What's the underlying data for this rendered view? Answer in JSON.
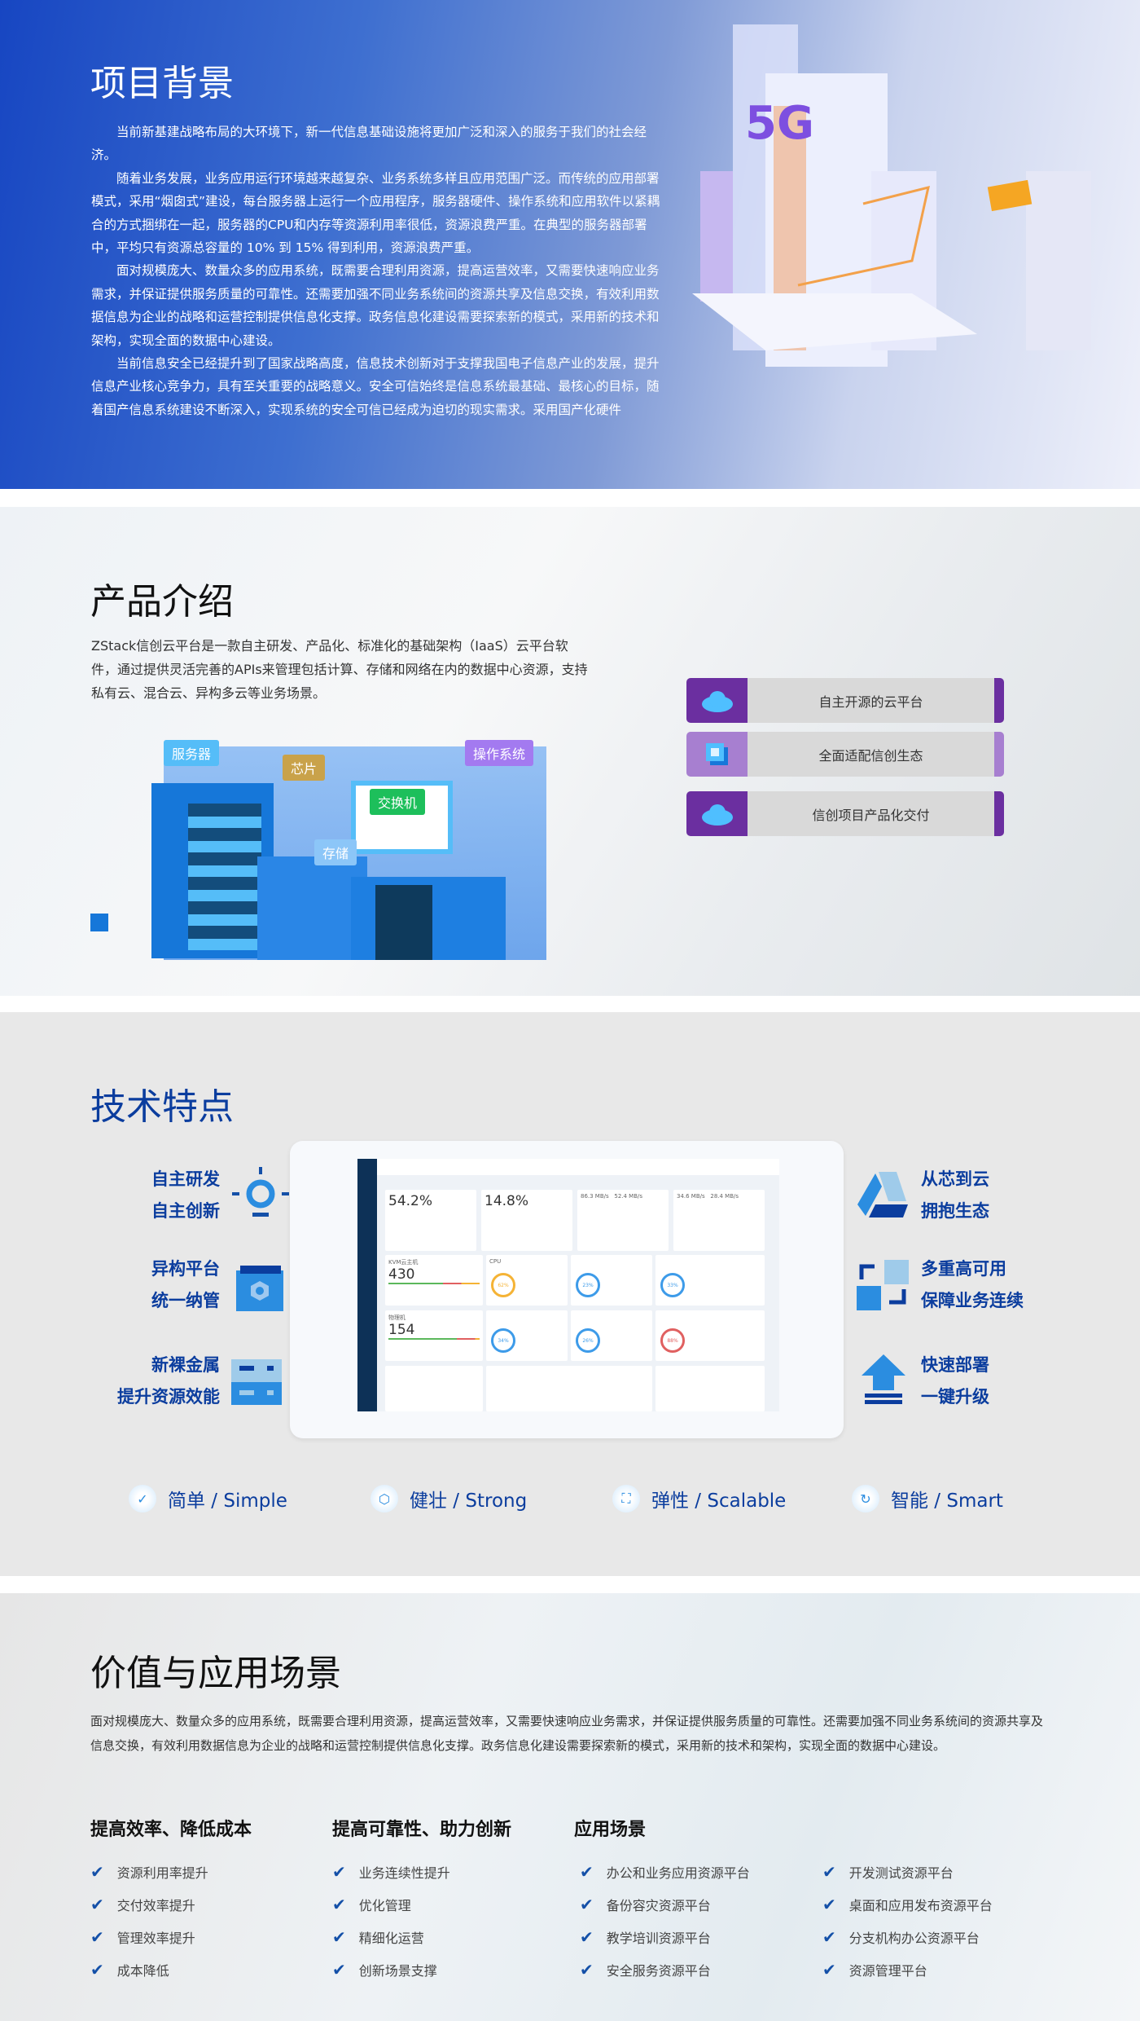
{
  "background": {
    "title": "项目背景",
    "paragraphs": [
      "当前新基建战略布局的大环境下，新一代信息基础设施将更加广泛和深入的服务于我们的社会经济。",
      "随着业务发展，业务应用运行环境越来越复杂、业务系统多样且应用范围广泛。而传统的应用部署模式，采用“烟囱式”建设，每台服务器上运行一个应用程序，服务器硬件、操作系统和应用软件以紧耦合的方式捆绑在一起，服务器的CPU和内存等资源利用率很低，资源浪费严重。在典型的服务器部署中，平均只有资源总容量的 10% 到 15% 得到利用，资源浪费严重。",
      "面对规模庞大、数量众多的应用系统，既需要合理利用资源，提高运营效率，又需要快速响应业务需求，并保证提供服务质量的可靠性。还需要加强不同业务系统间的资源共享及信息交换，有效利用数据信息为企业的战略和运营控制提供信息化支撑。政务信息化建设需要探索新的模式，采用新的技术和架构，实现全面的数据中心建设。",
      "当前信息安全已经提升到了国家战略高度，信息技术创新对于支撑我国电子信息产业的发展，提升信息产业核心竞争力，具有至关重要的战略意义。安全可信始终是信息系统最基础、最核心的目标，随着国产信息系统建设不断深入，实现系统的安全可信已经成为迫切的现实需求。采用国产化硬件"
    ],
    "badge": "5G"
  },
  "product": {
    "title": "产品介绍",
    "description": "ZStack信创云平台是一款自主研发、产品化、标准化的基础架构（IaaS）云平台软件，通过提供灵活完善的APIs来管理包括计算、存储和网络在内的数据中心资源，支持私有云、混合云、异构多云等业务场景。",
    "illustration_tags": [
      "服务器",
      "芯片",
      "存储",
      "交换机",
      "操作系统"
    ],
    "cards": [
      {
        "label": "自主开源的云平台",
        "icon": "cloud-icon",
        "color": "#6b2fa0"
      },
      {
        "label": "全面适配信创生态",
        "icon": "square-icon",
        "color": "#a77fd0"
      },
      {
        "label": "信创项目产品化交付",
        "icon": "cloud-icon",
        "color": "#6b2fa0"
      }
    ]
  },
  "tech": {
    "title": "技术特点",
    "left": [
      {
        "line1": "自主研发",
        "line2": "自主创新",
        "icon": "lightbulb-icon"
      },
      {
        "line1": "异构平台",
        "line2": "统一纳管",
        "icon": "folder-gear-icon"
      },
      {
        "line1": "新裸金属",
        "line2": "提升资源效能",
        "icon": "server-icon"
      }
    ],
    "right": [
      {
        "line1": "从芯到云",
        "line2": "拥抱生态",
        "icon": "triangle-icon"
      },
      {
        "line1": "多重高可用",
        "line2": "保障业务连续",
        "icon": "switch-icon"
      },
      {
        "line1": "快速部署",
        "line2": "一键升级",
        "icon": "upload-icon"
      }
    ],
    "dashboard": {
      "metrics": [
        "54.2%",
        "14.8%",
        "86.3 MB/s",
        "52.4 MB/s",
        "34.6 MB/s",
        "28.4 MB/s"
      ],
      "vm_label": "KVM云主机",
      "vm_count": "430",
      "host_label": "物理机",
      "host_count": "154",
      "cpu_label": "CPU",
      "rings": [
        "62%",
        "23%",
        "33%",
        "34%",
        "26%",
        "88%"
      ]
    },
    "traits": [
      {
        "label": "简单 / Simple",
        "icon": "check-gear-icon"
      },
      {
        "label": "健壮 / Strong",
        "icon": "cube-icon"
      },
      {
        "label": "弹性 / Scalable",
        "icon": "expand-icon"
      },
      {
        "label": "智能 / Smart",
        "icon": "brain-icon"
      }
    ]
  },
  "value": {
    "title": "价值与应用场景",
    "description": "面对规模庞大、数量众多的应用系统，既需要合理利用资源，提高运营效率，又需要快速响应业务需求，并保证提供服务质量的可靠性。还需要加强不同业务系统间的资源共享及信息交换，有效利用数据信息为企业的战略和运营控制提供信息化支撑。政务信息化建设需要探索新的模式，采用新的技术和架构，实现全面的数据中心建设。",
    "col1": {
      "heading": "提高效率、降低成本",
      "items": [
        "资源利用率提升",
        "交付效率提升",
        "管理效率提升",
        "成本降低"
      ]
    },
    "col2": {
      "heading": "提高可靠性、助力创新",
      "items": [
        "业务连续性提升",
        "优化管理",
        "精细化运营",
        "创新场景支撑"
      ]
    },
    "col3": {
      "heading": "应用场景",
      "items": [
        "办公和业务应用资源平台",
        "备份容灾资源平台",
        "教学培训资源平台",
        "安全服务资源平台"
      ]
    },
    "col4": {
      "items": [
        "开发测试资源平台",
        "桌面和应用发布资源平台",
        "分支机构办公资源平台",
        "资源管理平台"
      ]
    }
  }
}
